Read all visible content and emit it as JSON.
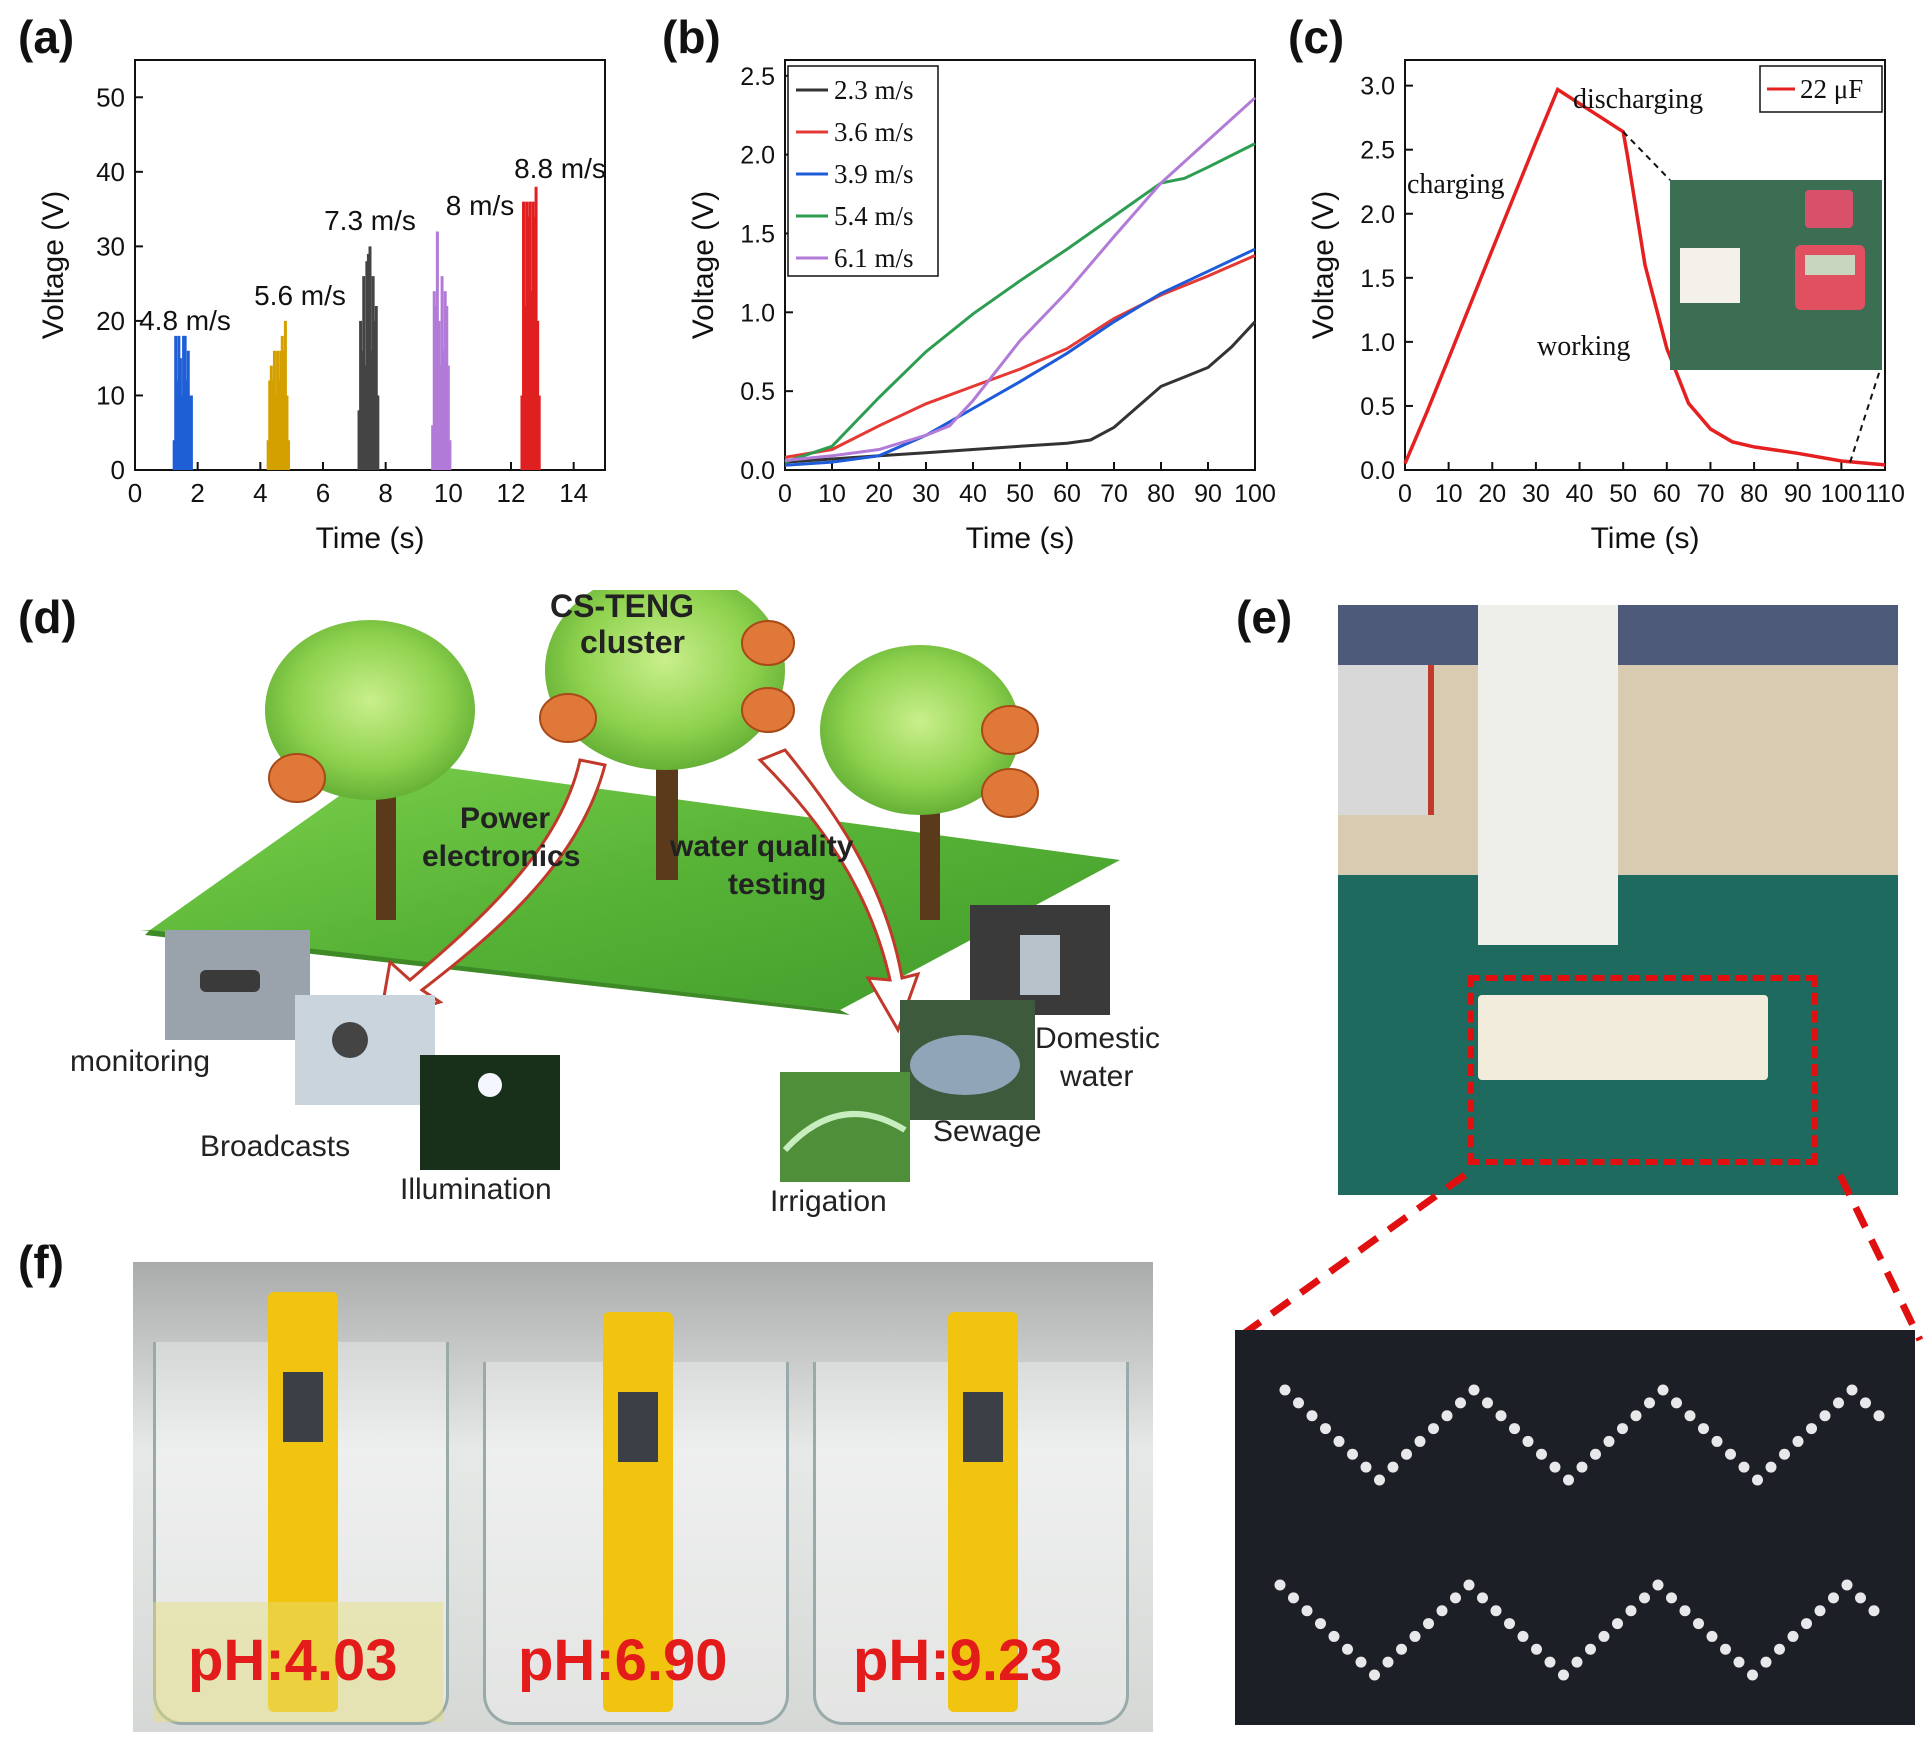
{
  "panels": {
    "a": "(a)",
    "b": "(b)",
    "c": "(c)",
    "d": "(d)",
    "e": "(e)",
    "f": "(f)"
  },
  "chart_data": [
    {
      "type": "bar",
      "xlabel": "Time (s)",
      "ylabel": "Voltage (V)",
      "xlim": [
        0,
        15
      ],
      "ylim": [
        0,
        55
      ],
      "xticks": [
        0,
        2,
        4,
        6,
        8,
        10,
        12,
        14
      ],
      "yticks": [
        0,
        10,
        20,
        30,
        40,
        50
      ],
      "series": [
        {
          "name": "4.8 m/s",
          "color": "#1f5fd6",
          "x": [
            1.25,
            1.3,
            1.35,
            1.4,
            1.45,
            1.5,
            1.55,
            1.6,
            1.65,
            1.7,
            1.75,
            1.8
          ],
          "values": [
            4,
            18,
            12,
            18,
            15,
            10,
            18,
            18,
            12,
            16,
            10,
            10
          ]
        },
        {
          "name": "5.6 m/s",
          "color": "#d4a000",
          "x": [
            4.25,
            4.3,
            4.35,
            4.4,
            4.45,
            4.5,
            4.55,
            4.6,
            4.65,
            4.7,
            4.75,
            4.8,
            4.85,
            4.9
          ],
          "values": [
            4,
            12,
            14,
            12,
            16,
            10,
            16,
            12,
            16,
            18,
            16,
            20,
            10,
            4
          ]
        },
        {
          "name": "7.3 m/s",
          "color": "#444444",
          "x": [
            7.15,
            7.2,
            7.25,
            7.3,
            7.35,
            7.4,
            7.45,
            7.5,
            7.55,
            7.6,
            7.65,
            7.7,
            7.75
          ],
          "values": [
            8,
            20,
            16,
            26,
            14,
            28,
            29,
            30,
            16,
            26,
            20,
            22,
            10
          ]
        },
        {
          "name": "8 m/s",
          "color": "#b27bd8",
          "x": [
            9.5,
            9.55,
            9.6,
            9.65,
            9.7,
            9.75,
            9.8,
            9.85,
            9.9,
            9.95,
            10.0,
            10.05
          ],
          "values": [
            6,
            24,
            22,
            32,
            20,
            14,
            26,
            16,
            24,
            22,
            14,
            4
          ]
        },
        {
          "name": "8.8 m/s",
          "color": "#e02020",
          "x": [
            12.35,
            12.4,
            12.45,
            12.5,
            12.55,
            12.6,
            12.65,
            12.7,
            12.75,
            12.8,
            12.85,
            12.9
          ],
          "values": [
            10,
            36,
            22,
            36,
            34,
            36,
            24,
            36,
            34,
            38,
            20,
            10
          ]
        }
      ]
    },
    {
      "type": "line",
      "xlabel": "Time (s)",
      "ylabel": "Voltage (V)",
      "xlim": [
        0,
        100
      ],
      "ylim": [
        0,
        2.6
      ],
      "xticks": [
        0,
        10,
        20,
        30,
        40,
        50,
        60,
        70,
        80,
        90,
        100
      ],
      "yticks": [
        0.0,
        0.5,
        1.0,
        1.5,
        2.0,
        2.5
      ],
      "legend": "top-left",
      "series": [
        {
          "name": "2.3 m/s",
          "color": "#333333",
          "x": [
            0,
            10,
            20,
            30,
            40,
            50,
            60,
            65,
            70,
            75,
            80,
            85,
            90,
            95,
            100
          ],
          "y": [
            0.05,
            0.07,
            0.09,
            0.11,
            0.13,
            0.15,
            0.17,
            0.19,
            0.27,
            0.4,
            0.53,
            0.59,
            0.65,
            0.78,
            0.94
          ]
        },
        {
          "name": "3.6 m/s",
          "color": "#e53935",
          "x": [
            0,
            10,
            20,
            30,
            40,
            50,
            60,
            70,
            80,
            90,
            100
          ],
          "y": [
            0.08,
            0.13,
            0.28,
            0.42,
            0.53,
            0.64,
            0.77,
            0.96,
            1.11,
            1.23,
            1.36
          ]
        },
        {
          "name": "3.9 m/s",
          "color": "#1e5bd8",
          "x": [
            0,
            10,
            20,
            30,
            40,
            50,
            60,
            70,
            80,
            90,
            100
          ],
          "y": [
            0.03,
            0.05,
            0.09,
            0.22,
            0.39,
            0.56,
            0.74,
            0.94,
            1.12,
            1.26,
            1.4
          ]
        },
        {
          "name": "5.4 m/s",
          "color": "#2e9d52",
          "x": [
            0,
            10,
            20,
            30,
            40,
            50,
            60,
            70,
            80,
            85,
            90,
            100
          ],
          "y": [
            0.05,
            0.15,
            0.46,
            0.75,
            0.99,
            1.2,
            1.4,
            1.61,
            1.82,
            1.85,
            1.92,
            2.07
          ]
        },
        {
          "name": "6.1 m/s",
          "color": "#b27bd8",
          "x": [
            0,
            10,
            20,
            30,
            35,
            40,
            50,
            60,
            70,
            80,
            90,
            100
          ],
          "y": [
            0.06,
            0.09,
            0.13,
            0.22,
            0.28,
            0.44,
            0.82,
            1.13,
            1.48,
            1.82,
            2.09,
            2.36
          ]
        }
      ]
    },
    {
      "type": "line",
      "xlabel": "Time (s)",
      "ylabel": "Voltage (V)",
      "xlim": [
        0,
        110
      ],
      "ylim": [
        0,
        3.2
      ],
      "xticks": [
        0,
        10,
        20,
        30,
        40,
        50,
        60,
        70,
        80,
        90,
        100,
        110
      ],
      "yticks": [
        0.0,
        0.5,
        1.0,
        1.5,
        2.0,
        2.5,
        3.0
      ],
      "legend": "top-right",
      "annotations": [
        "charging",
        "discharging",
        "working"
      ],
      "series": [
        {
          "name": "22 μF",
          "color": "#e52020",
          "x": [
            0,
            5,
            10,
            20,
            30,
            35,
            40,
            45,
            50,
            51,
            55,
            60,
            65,
            70,
            75,
            80,
            90,
            100,
            110
          ],
          "y": [
            0.05,
            0.45,
            0.87,
            1.72,
            2.56,
            2.97,
            2.86,
            2.75,
            2.64,
            2.45,
            1.6,
            0.95,
            0.52,
            0.32,
            0.22,
            0.18,
            0.13,
            0.07,
            0.04
          ]
        }
      ]
    }
  ],
  "panel_d": {
    "cluster_line1": "CS-TENG",
    "cluster_line2": "cluster",
    "power_line1": "Power",
    "power_line2": "electronics",
    "water_line1": "water quality",
    "water_line2": "testing",
    "monitoring": "monitoring",
    "broadcasts": "Broadcasts",
    "illumination": "Illumination",
    "domestic1": "Domestic",
    "domestic2": "water",
    "sewage": "Sewage",
    "irrigation": "Irrigation"
  },
  "panel_f": {
    "labels": [
      "pH:4.03",
      "pH:6.90",
      "pH:9.23"
    ]
  }
}
